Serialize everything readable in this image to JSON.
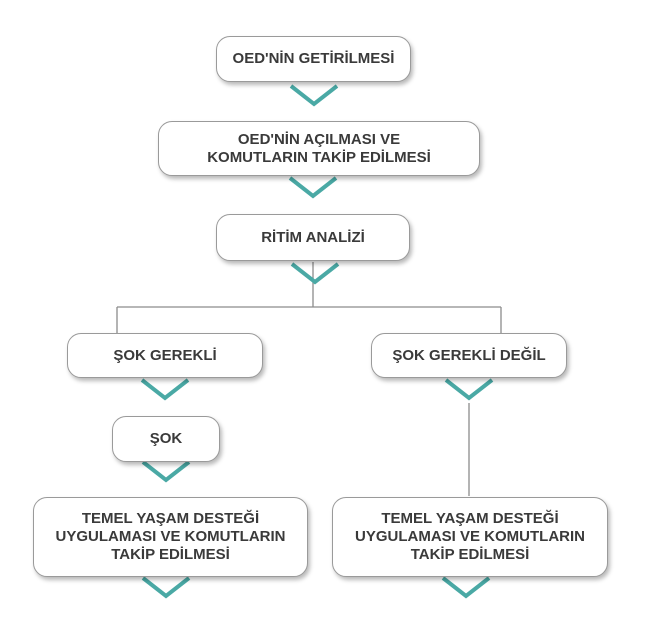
{
  "diagram": {
    "nodes": [
      {
        "id": "getir",
        "lines": [
          "OED'NİN GETİRİLMESİ"
        ]
      },
      {
        "id": "ac",
        "lines": [
          "OED'NİN AÇILMASI VE",
          "KOMUTLARIN TAKİP EDİLMESİ"
        ]
      },
      {
        "id": "ritim",
        "lines": [
          "RİTİM ANALİZİ"
        ]
      },
      {
        "id": "sok_gerekli",
        "lines": [
          "ŞOK GEREKLİ"
        ]
      },
      {
        "id": "sok_gerekli_degil",
        "lines": [
          "ŞOK GEREKLİ DEĞİL"
        ]
      },
      {
        "id": "sok",
        "lines": [
          "ŞOK"
        ]
      },
      {
        "id": "tyd_left",
        "lines": [
          "TEMEL YAŞAM DESTEĞİ",
          "UYGULAMASI VE KOMUTLARIN",
          "TAKİP EDİLMESİ"
        ]
      },
      {
        "id": "tyd_right",
        "lines": [
          "TEMEL YAŞAM DESTEĞİ",
          "UYGULAMASI VE KOMUTLARIN",
          "TAKİP EDİLMESİ"
        ]
      }
    ],
    "colors": {
      "accent": "#4aa9a5",
      "border": "#9a9a9a",
      "text": "#3a3a3a",
      "connector": "#8c8c8c"
    }
  }
}
